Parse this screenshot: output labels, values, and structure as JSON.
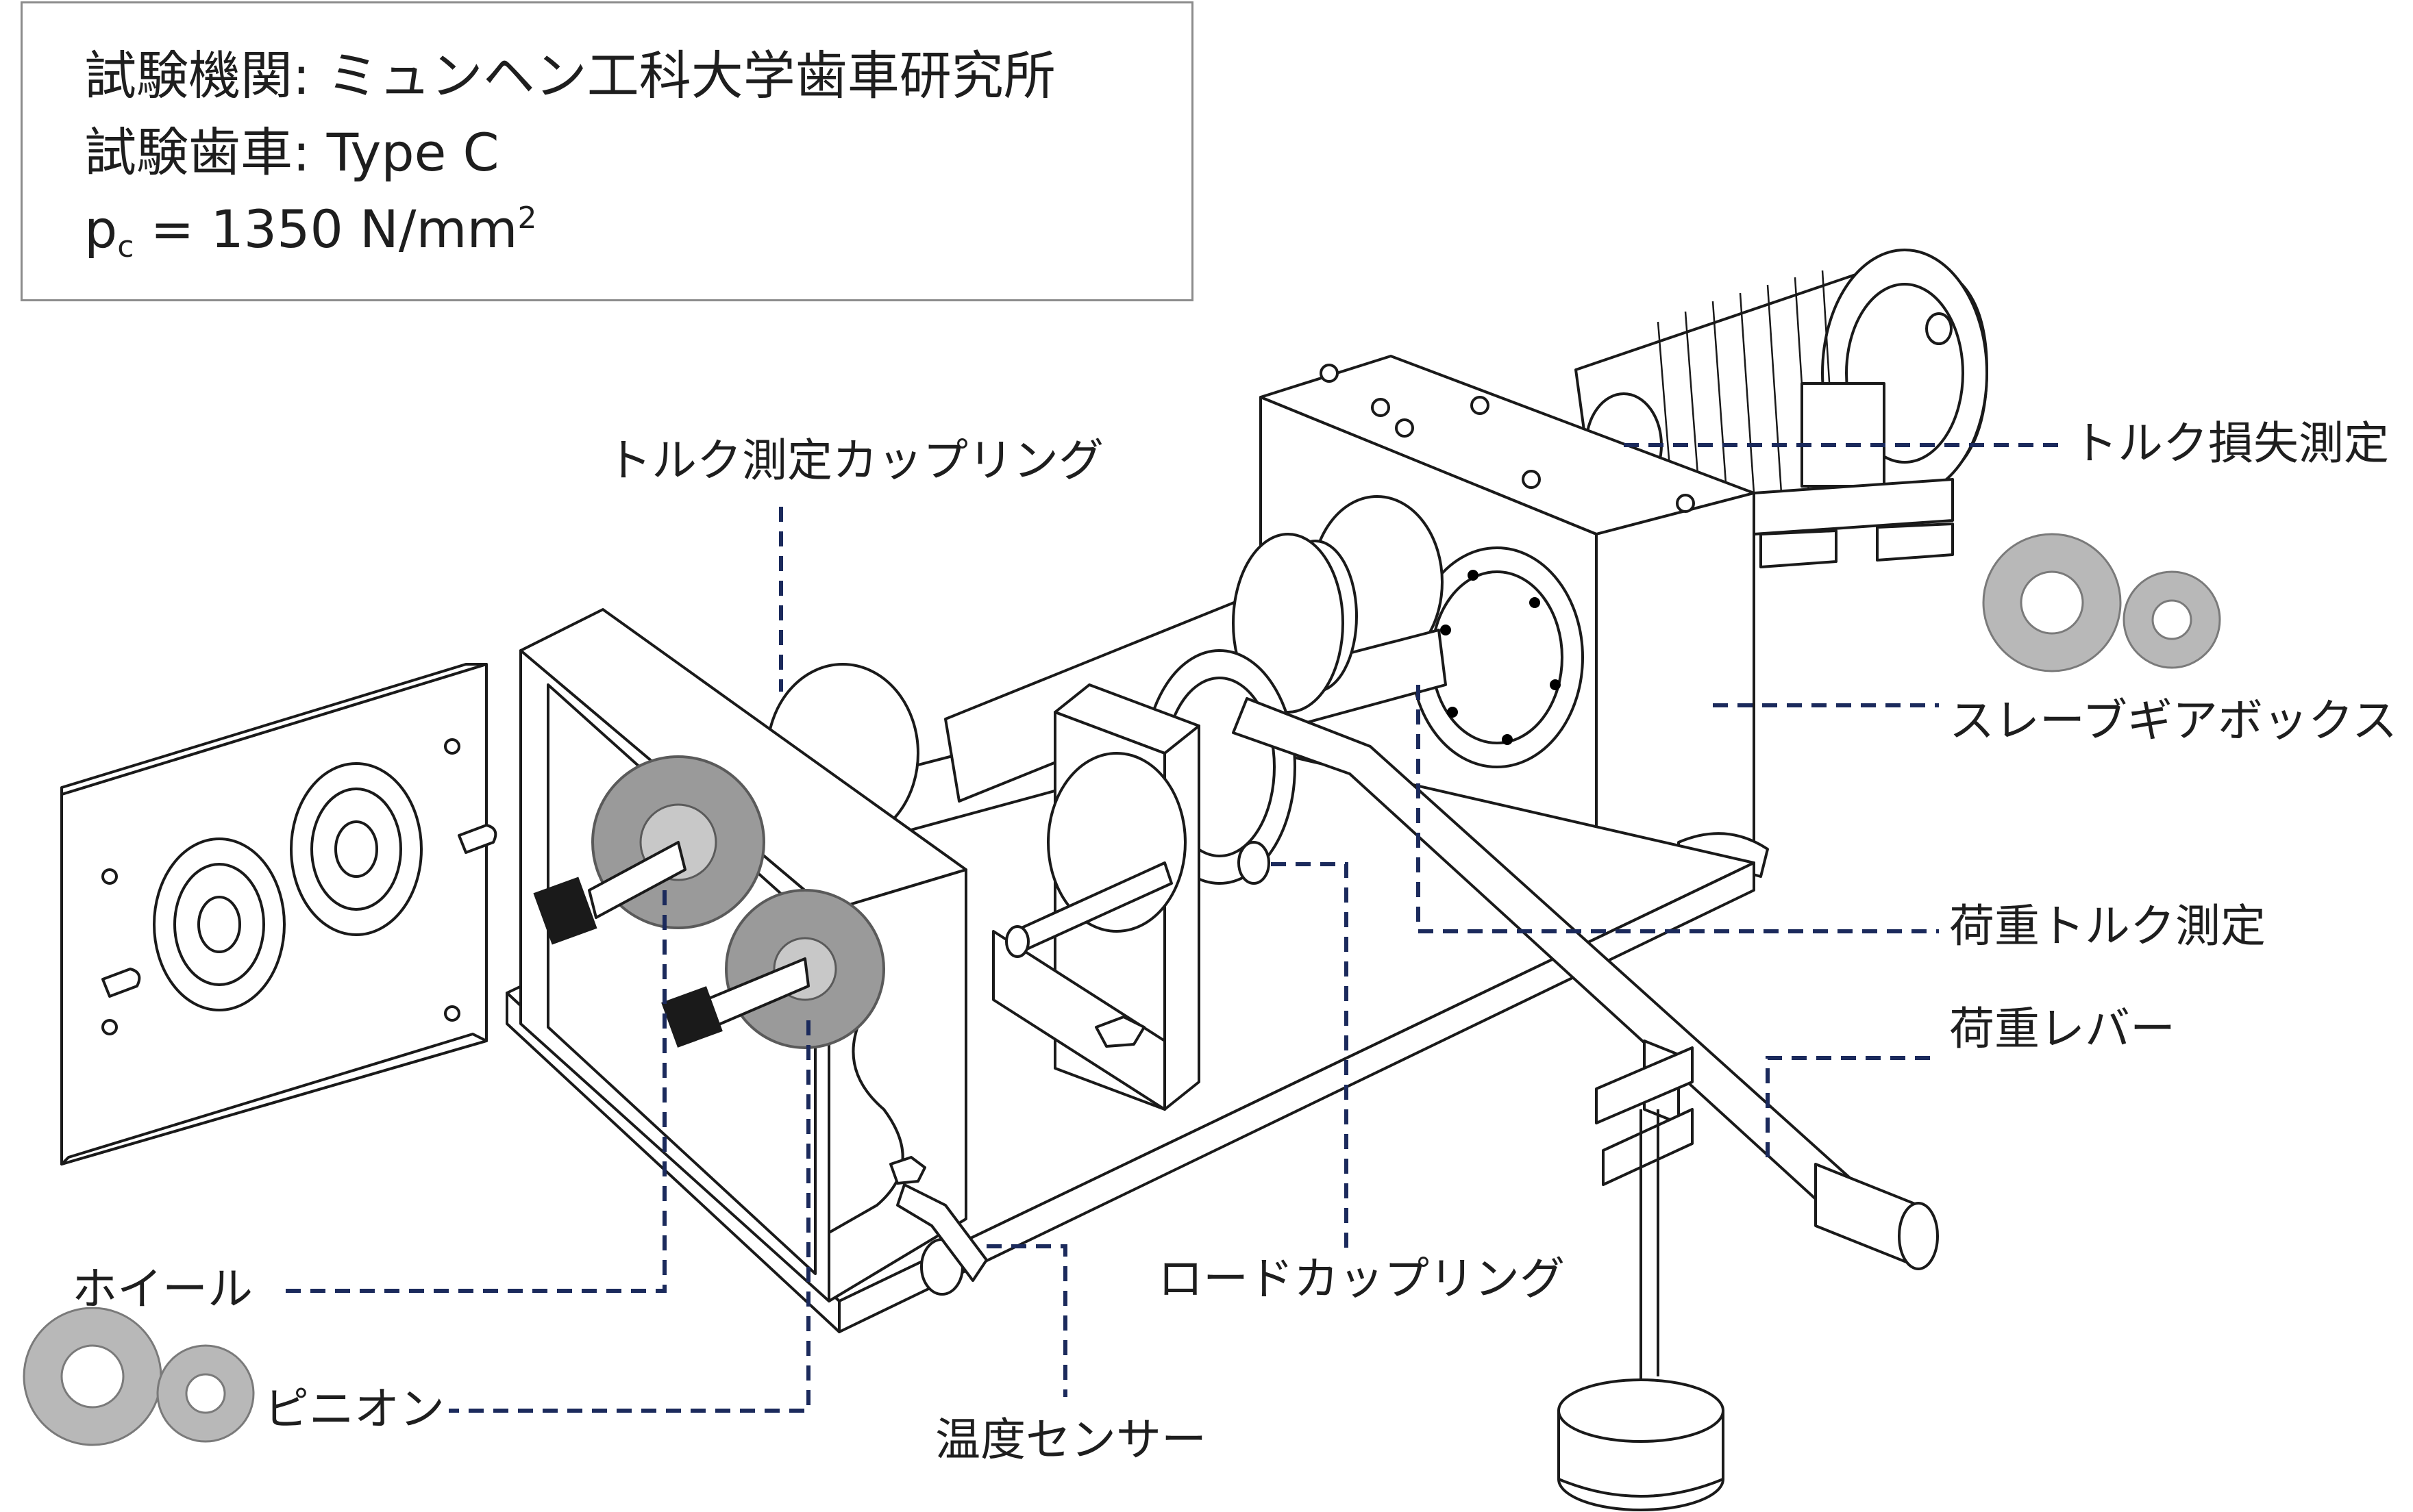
{
  "info_box": {
    "lab_line": "試験機関: ミュンヘン工科大学歯車研究所",
    "gear_line": "試験歯車: Type C",
    "pressure_symbol": "p",
    "pressure_subscript": "c",
    "pressure_value": " = 1350 N/mm",
    "pressure_superscript": "2"
  },
  "labels": {
    "torque_coupling": "トルク測定カップリング",
    "torque_loss": "トルク損失測定",
    "slave_gearbox": "スレーブギアボックス",
    "load_torque": "荷重トルク測定",
    "load_lever": "荷重レバー",
    "rod_coupling": "ロードカップリング",
    "wheel": "ホイール",
    "pinion": "ピニオン",
    "temp_sensor": "温度センサー"
  },
  "colors": {
    "leader_line": "#1b2a5c",
    "outline": "#1a1a1a",
    "gear_icon": "#b8b8b8",
    "test_gear": "#9a9a9a"
  }
}
